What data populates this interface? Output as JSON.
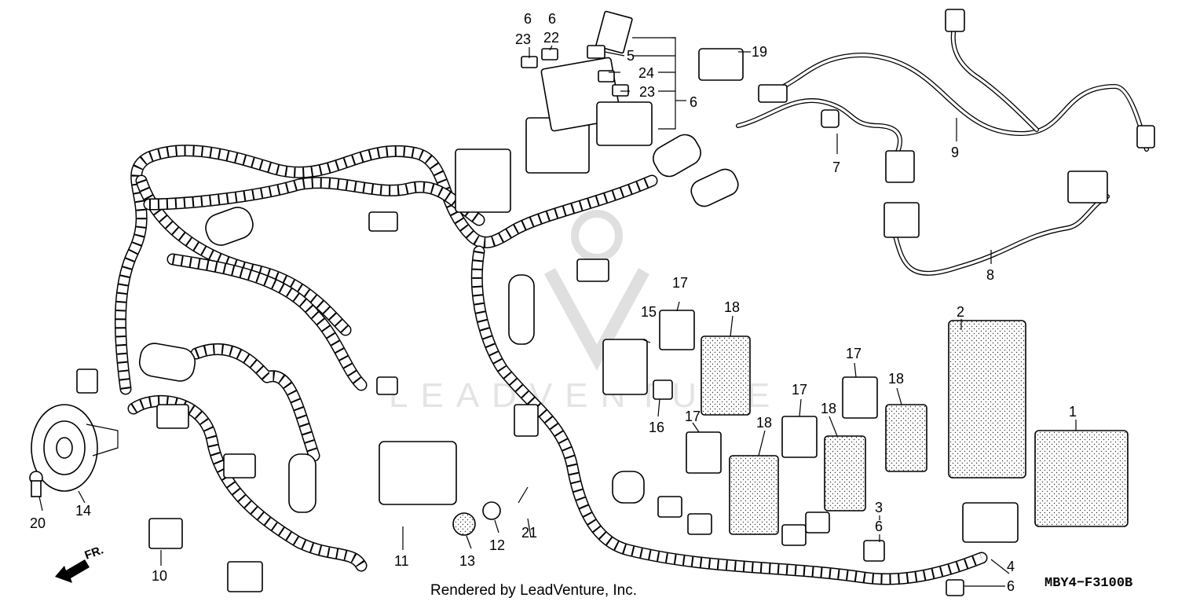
{
  "diagram": {
    "code": "MBY4−F3100B",
    "credit": "Rendered by LeadVenture, Inc.",
    "watermark": "LEADVENTURE",
    "front_arrow_label": "FR."
  },
  "callouts": {
    "c1": "1",
    "c2": "2",
    "c3": "3",
    "c4": "4",
    "c5": "5",
    "c6a": "6",
    "c6b": "6",
    "c6c": "6",
    "c6d": "6",
    "c6e": "6",
    "c7": "7",
    "c8": "8",
    "c9": "9",
    "c10": "10",
    "c11": "11",
    "c12": "12",
    "c13": "13",
    "c14": "14",
    "c15": "15",
    "c16": "16",
    "c17a": "17",
    "c17b": "17",
    "c17c": "17",
    "c17d": "17",
    "c18a": "18",
    "c18b": "18",
    "c18c": "18",
    "c18d": "18",
    "c19": "19",
    "c20": "20",
    "c21": "21",
    "c22": "22",
    "c23a": "23",
    "c23b": "23",
    "c24": "24"
  }
}
